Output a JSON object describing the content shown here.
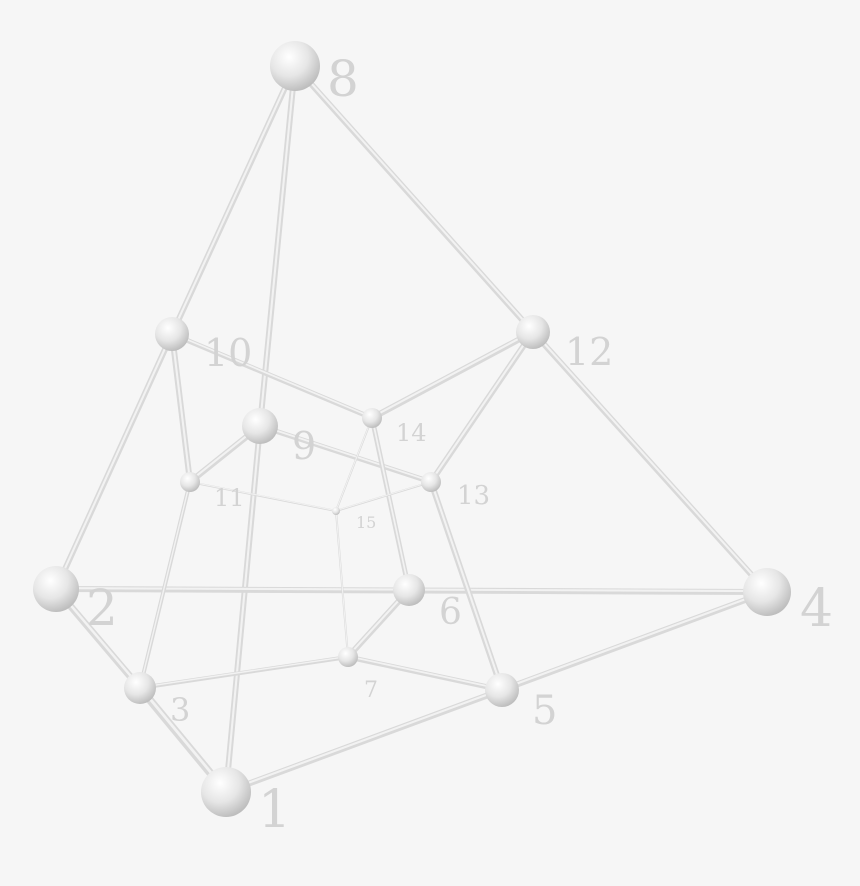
{
  "diagram": {
    "nodes": [
      {
        "id": "1",
        "label": "1"
      },
      {
        "id": "2",
        "label": "2"
      },
      {
        "id": "3",
        "label": "3"
      },
      {
        "id": "4",
        "label": "4"
      },
      {
        "id": "5",
        "label": "5"
      },
      {
        "id": "6",
        "label": "6"
      },
      {
        "id": "7",
        "label": "7"
      },
      {
        "id": "8",
        "label": "8"
      },
      {
        "id": "9",
        "label": "9"
      },
      {
        "id": "10",
        "label": "10"
      },
      {
        "id": "11",
        "label": "11"
      },
      {
        "id": "12",
        "label": "12"
      },
      {
        "id": "13",
        "label": "13"
      },
      {
        "id": "14",
        "label": "14"
      },
      {
        "id": "15",
        "label": "15"
      }
    ],
    "edges": [
      [
        "8",
        "10"
      ],
      [
        "8",
        "9"
      ],
      [
        "8",
        "12"
      ],
      [
        "10",
        "2"
      ],
      [
        "10",
        "11"
      ],
      [
        "10",
        "14"
      ],
      [
        "12",
        "4"
      ],
      [
        "12",
        "13"
      ],
      [
        "12",
        "14"
      ],
      [
        "9",
        "11"
      ],
      [
        "9",
        "13"
      ],
      [
        "9",
        "1"
      ],
      [
        "2",
        "4"
      ],
      [
        "2",
        "3"
      ],
      [
        "4",
        "5"
      ],
      [
        "1",
        "5"
      ],
      [
        "1",
        "3"
      ],
      [
        "3",
        "11"
      ],
      [
        "3",
        "7"
      ],
      [
        "6",
        "7"
      ],
      [
        "6",
        "14"
      ],
      [
        "5",
        "7"
      ],
      [
        "5",
        "13"
      ],
      [
        "11",
        "15"
      ],
      [
        "13",
        "15"
      ],
      [
        "14",
        "15"
      ],
      [
        "7",
        "15"
      ]
    ],
    "colors": {
      "background": "#f6f6f6",
      "edge": "#d9d9d9",
      "node": "#e2e2e2",
      "label": "#d3d3d3"
    }
  }
}
